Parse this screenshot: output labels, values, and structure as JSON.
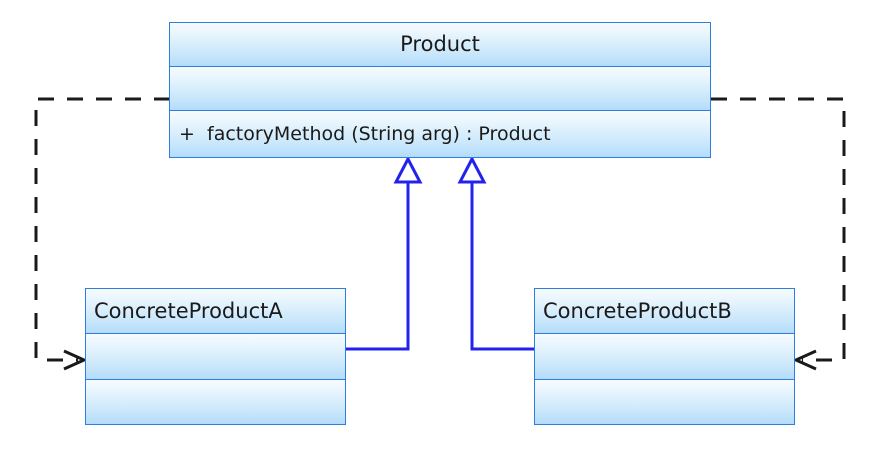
{
  "diagram": {
    "kind": "uml-class-diagram",
    "pattern": "Factory Method",
    "background": "#ffffff",
    "colors": {
      "class_border": "#2a7fe0",
      "class_fill_top": "#f6fbfe",
      "class_fill_bottom": "#b3dcfa",
      "generalization_line": "#2222ee",
      "dependency_line": "#1a1a1a",
      "text": "#1a1a1a"
    }
  },
  "classes": {
    "product": {
      "name": "Product",
      "attributes": [],
      "operations": [
        {
          "visibility": "+",
          "signature": "factoryMethod (String arg) : Product",
          "full": "+  factoryMethod (String arg) : Product"
        }
      ]
    },
    "concrete_product_a": {
      "name": "ConcreteProductA",
      "attributes": [],
      "operations": []
    },
    "concrete_product_b": {
      "name": "ConcreteProductB",
      "attributes": [],
      "operations": []
    }
  },
  "relationships": [
    {
      "id": "gen-a",
      "type": "generalization",
      "from": "ConcreteProductA",
      "to": "Product",
      "arrow": "hollow-triangle",
      "style": "solid",
      "color": "#2222ee"
    },
    {
      "id": "gen-b",
      "type": "generalization",
      "from": "ConcreteProductB",
      "to": "Product",
      "arrow": "hollow-triangle",
      "style": "solid",
      "color": "#2222ee"
    },
    {
      "id": "dep-a",
      "type": "dependency",
      "from": "Product",
      "to": "ConcreteProductA",
      "arrow": "open-arrow",
      "style": "dashed",
      "color": "#1a1a1a"
    },
    {
      "id": "dep-b",
      "type": "dependency",
      "from": "Product",
      "to": "ConcreteProductB",
      "arrow": "open-arrow",
      "style": "dashed",
      "color": "#1a1a1a"
    }
  ]
}
